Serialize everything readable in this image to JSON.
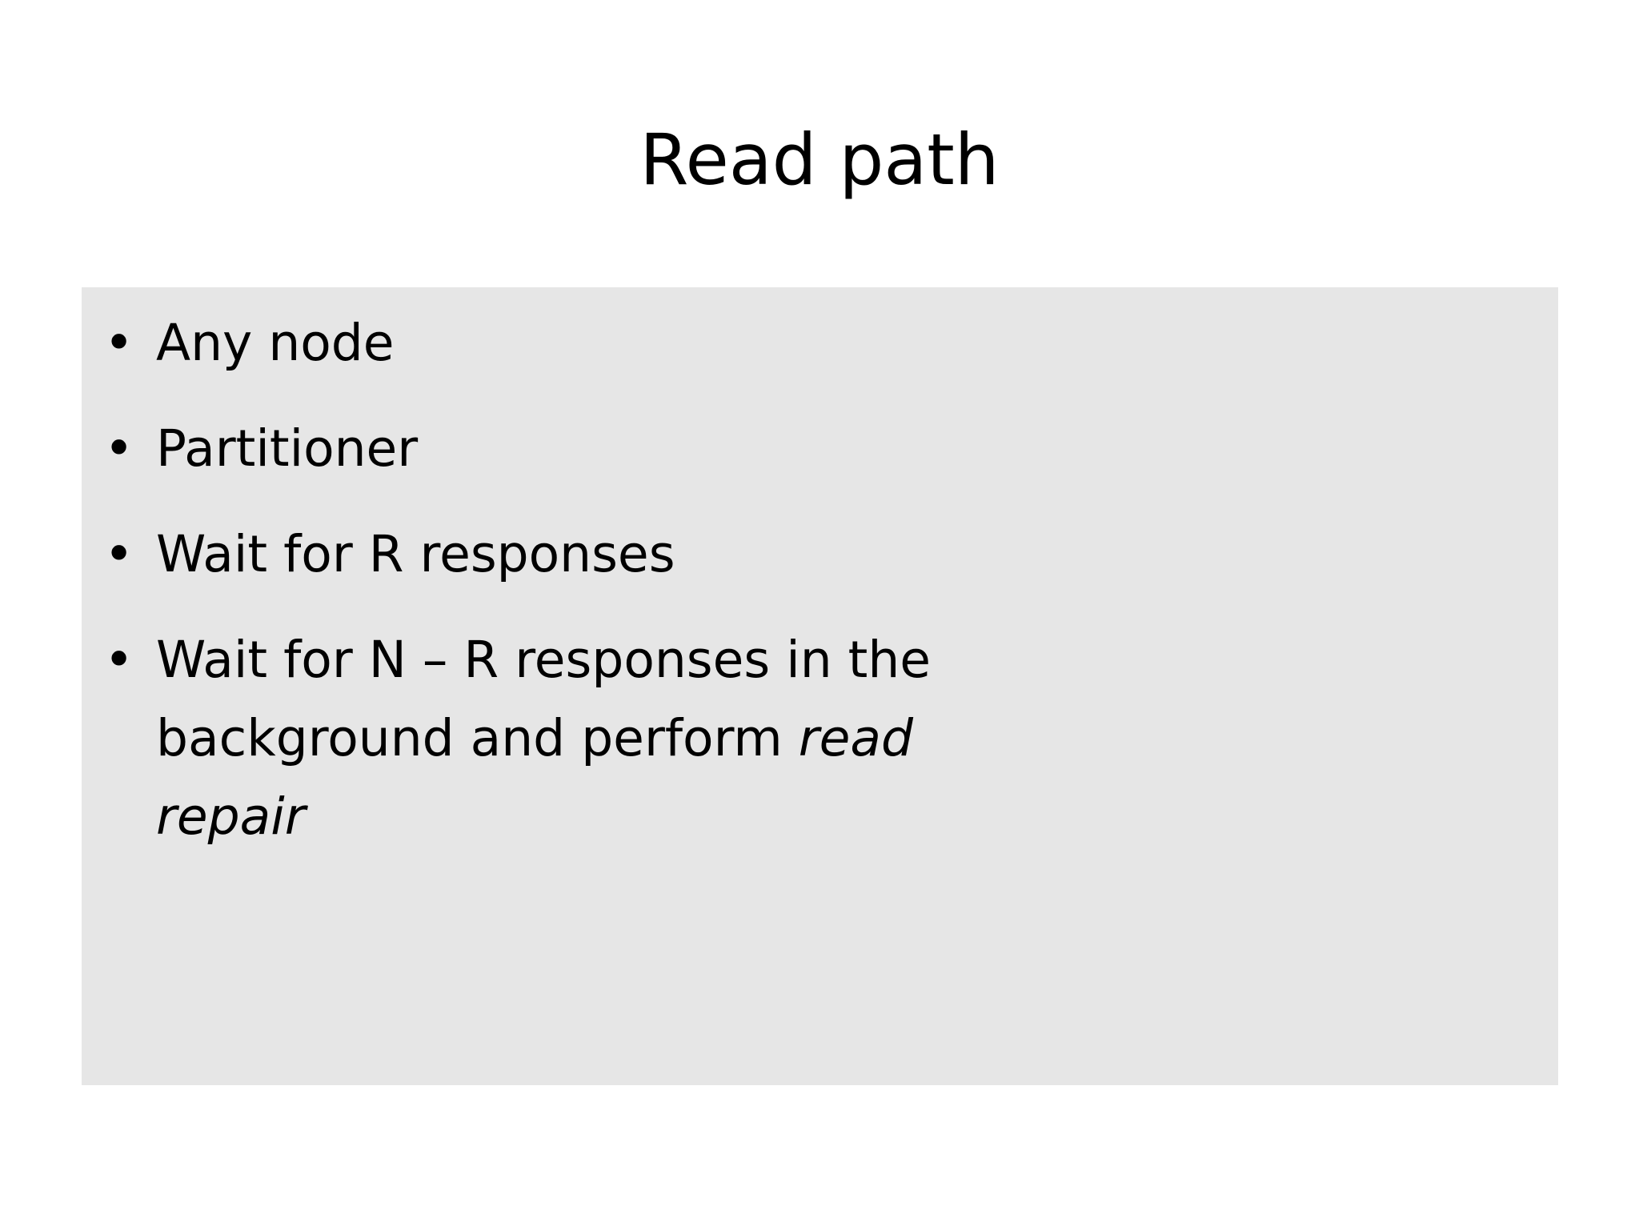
{
  "slide": {
    "title": "Read path",
    "background_color": "#ffffff",
    "content_box_color": "#e6e6e6",
    "text_color": "#000000",
    "bullet_glyph": "•",
    "bullets": [
      {
        "text": "Any node",
        "italic_tail": ""
      },
      {
        "text": "Partitioner",
        "italic_tail": ""
      },
      {
        "text": "Wait for R responses",
        "italic_tail": ""
      },
      {
        "text": "Wait for N – R responses in the background and perform ",
        "italic_tail": "read repair"
      }
    ]
  }
}
